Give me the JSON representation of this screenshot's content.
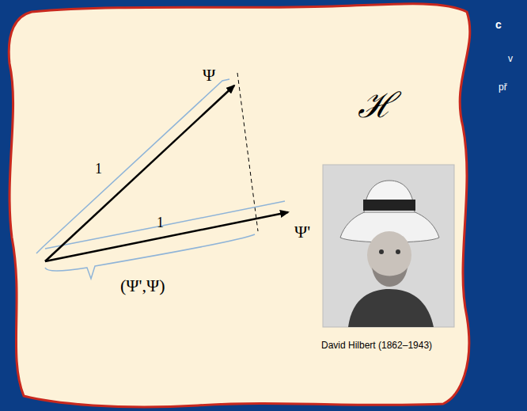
{
  "diagram": {
    "labels": [
      "Ψ",
      "1",
      "1",
      "Ψ'",
      "(Ψ',Ψ)",
      "ℋ",
      "David Hilbert (1862–1943)",
      "c",
      "v",
      "př"
    ]
  }
}
